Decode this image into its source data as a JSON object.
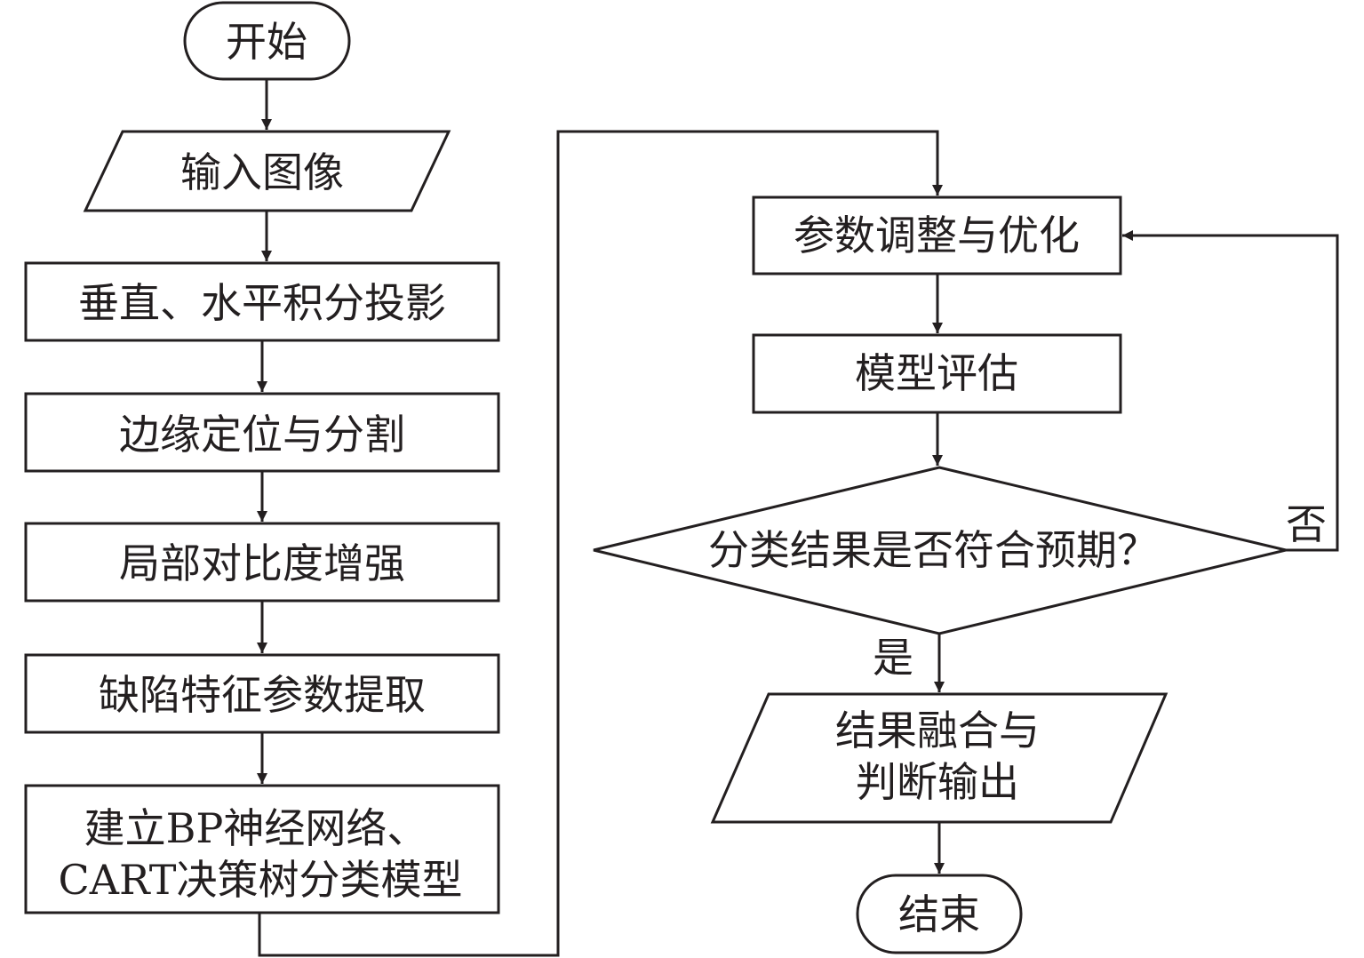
{
  "flowchart": {
    "nodes": {
      "start": "开始",
      "input_image": "输入图像",
      "projection": "垂直、水平积分投影",
      "edge_seg": "边缘定位与分割",
      "contrast": "局部对比度增强",
      "feature": "缺陷特征参数提取",
      "model_line1": "建立BP神经网络、",
      "model_line2": "CART决策树分类模型",
      "tune": "参数调整与优化",
      "evaluate": "模型评估",
      "decision": "分类结果是否符合预期？",
      "output_line1": "结果融合与",
      "output_line2": "判断输出",
      "end": "结束"
    },
    "branches": {
      "yes": "是",
      "no": "否"
    }
  }
}
